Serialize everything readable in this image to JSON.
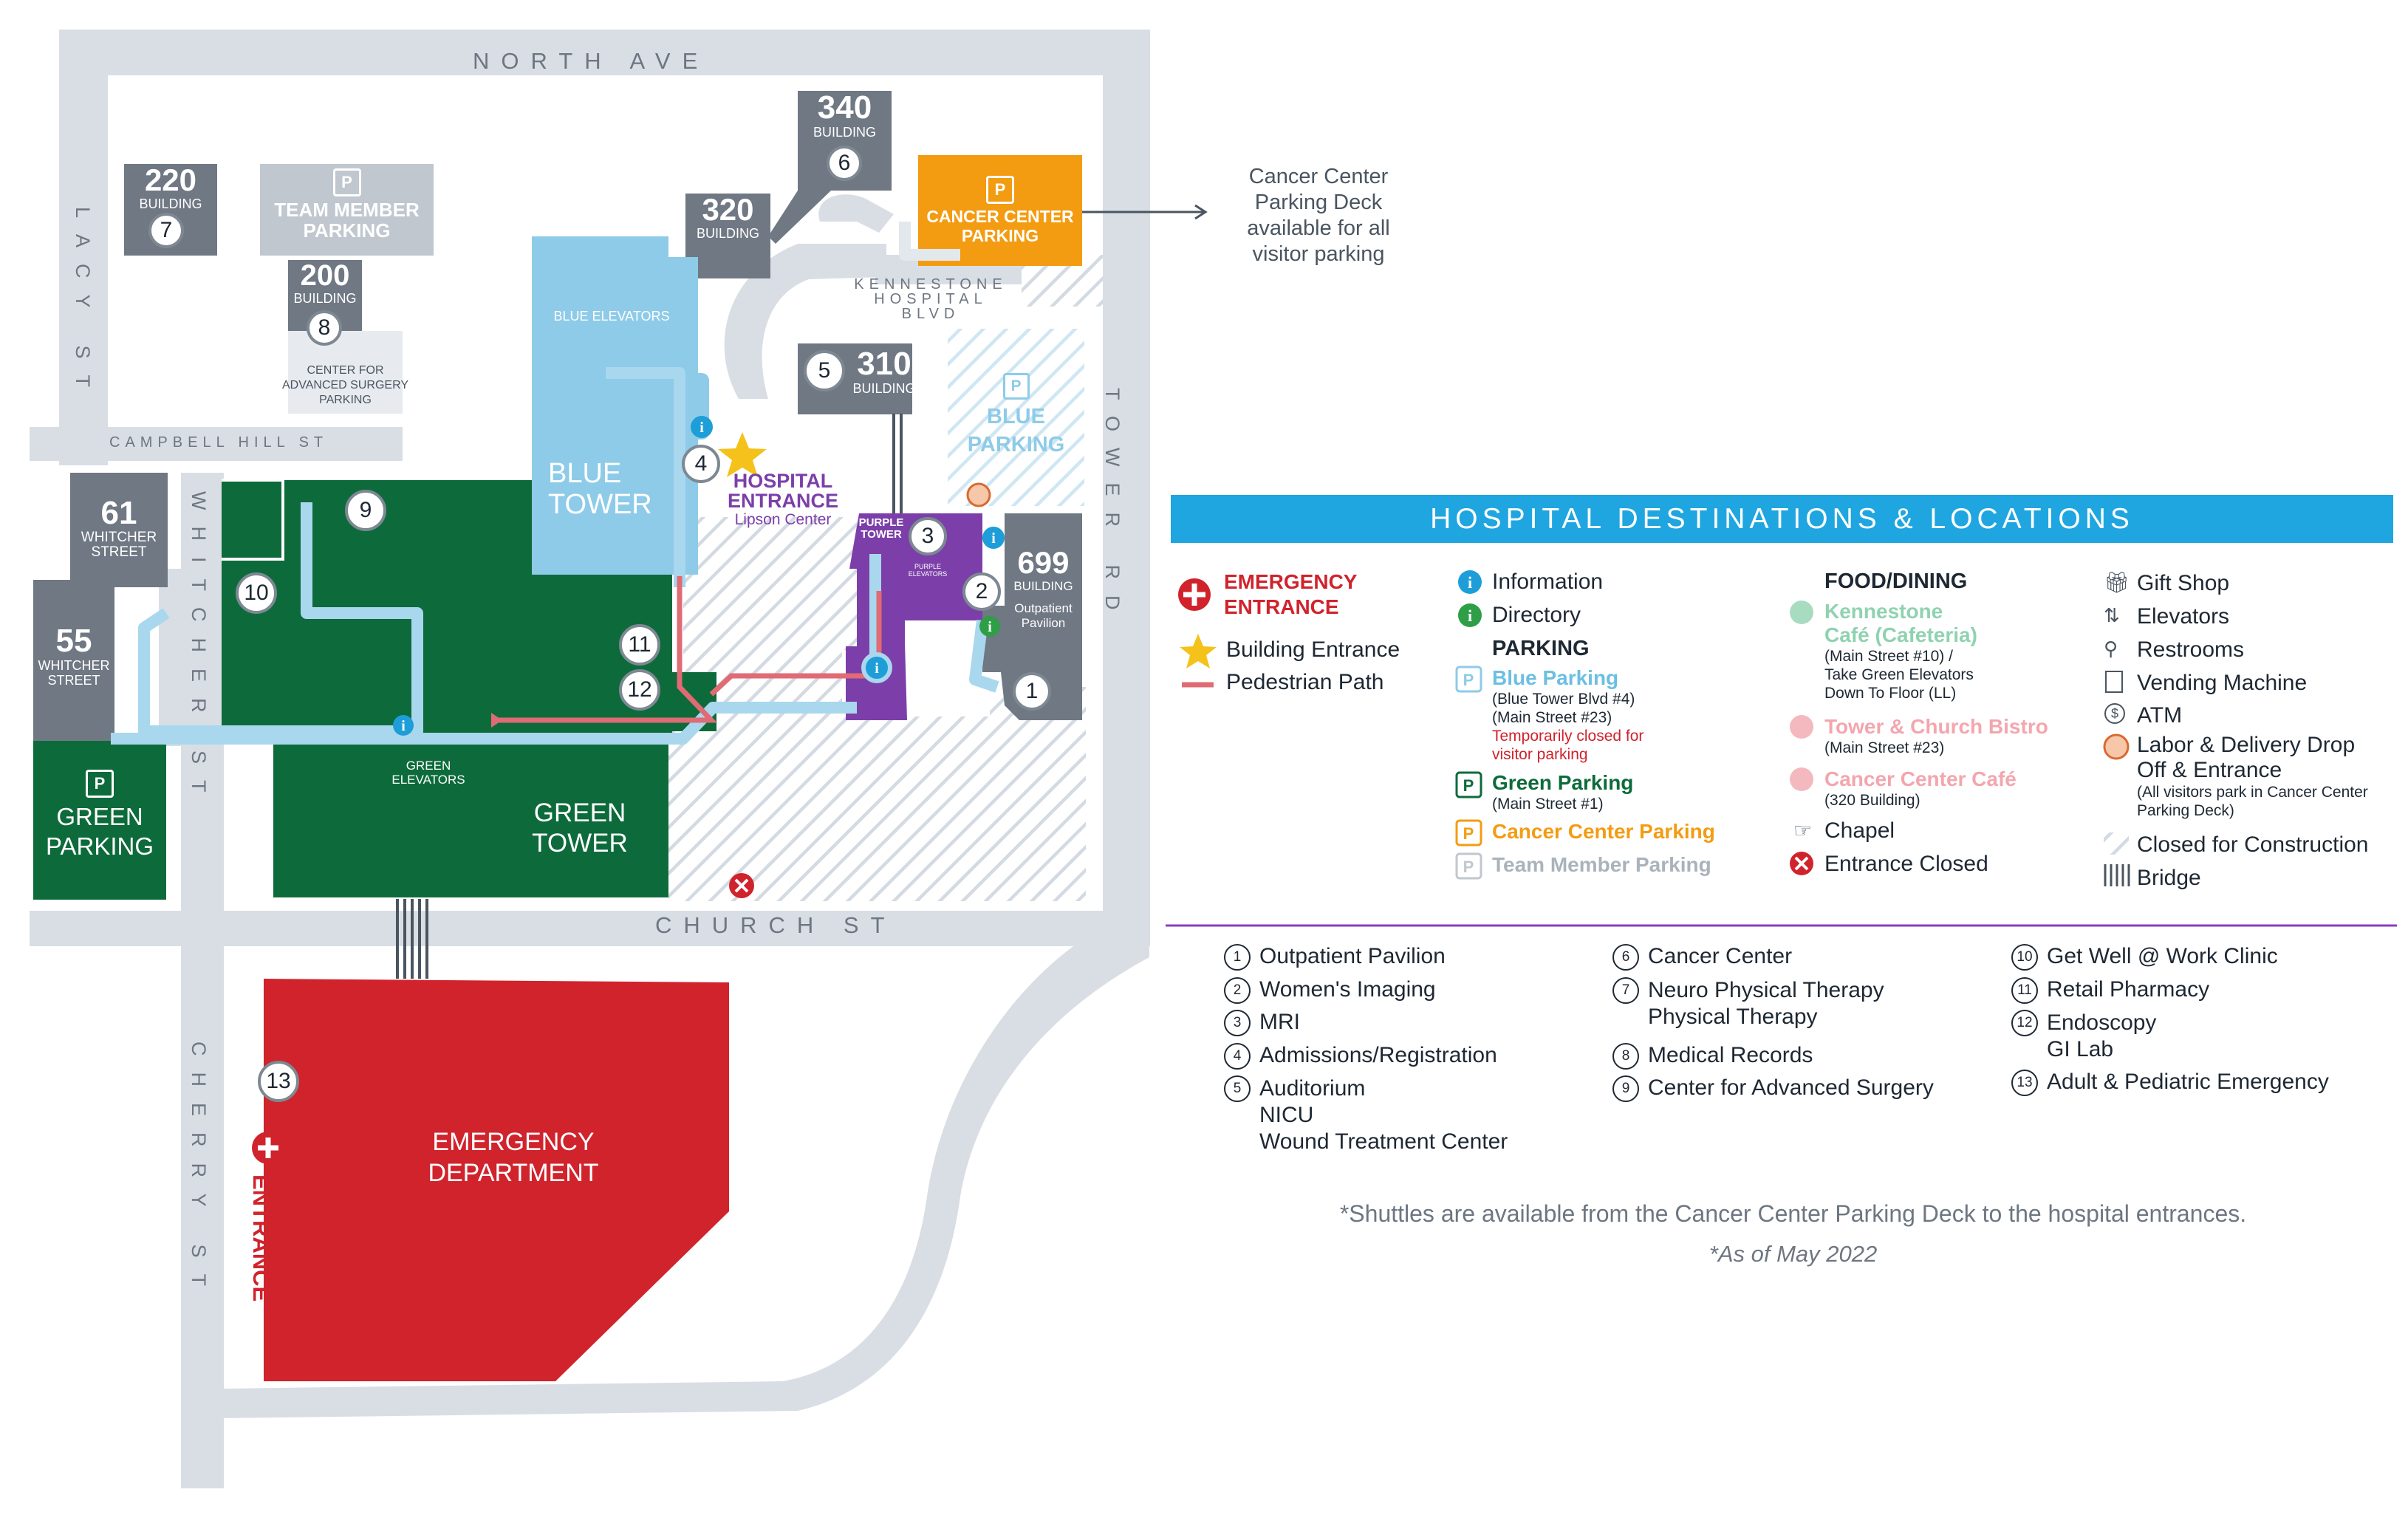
{
  "colors": {
    "road": "#d9dee5",
    "grey_building": "#6f7883",
    "light_grey_building": "#c0c7cf",
    "blue_tower": "#8ecbe8",
    "green_tower": "#0d6b3b",
    "purple_tower": "#7c3fa9",
    "emergency": "#d0232c",
    "cancer_orange": "#f39c12",
    "banner_blue": "#1fa6e0",
    "path_red": "#e06b74"
  },
  "streets": {
    "north": "NORTH AVE",
    "lacy": "LACY ST",
    "campbell": "CAMPBELL HILL ST",
    "kennestone": "KENNESTONE HOSPITAL BLVD",
    "tower": "TOWER RD",
    "whitcher": "WHITCHER ST",
    "church": "CHURCH ST",
    "cherry": "CHERRY ST"
  },
  "buildings": {
    "b220": {
      "num": "220",
      "label": "BUILDING",
      "id": "7"
    },
    "team_member": {
      "label": "TEAM MEMBER PARKING"
    },
    "b200": {
      "num": "200",
      "label": "BUILDING",
      "id": "8"
    },
    "b200_sub": "CENTER FOR ADVANCED SURGERY PARKING",
    "b340": {
      "num": "340",
      "label": "BUILDING",
      "id": "6"
    },
    "b320": {
      "num": "320",
      "label": "BUILDING"
    },
    "cancer_parking": {
      "label": "CANCER CENTER PARKING"
    },
    "b310": {
      "num": "310",
      "label": "BUILDING",
      "id": "5"
    },
    "blue_parking": {
      "label": "BLUE PARKING"
    },
    "blue_tower": {
      "label": "BLUE TOWER",
      "elevators": "BLUE ELEVATORS",
      "id": "4"
    },
    "b61": {
      "num": "61",
      "label": "WHITCHER STREET"
    },
    "b55": {
      "num": "55",
      "label": "WHITCHER STREET"
    },
    "green_parking": {
      "label": "GREEN PARKING"
    },
    "green_tower": {
      "label": "GREEN TOWER",
      "elevators": "GREEN ELEVATORS"
    },
    "purple_tower": {
      "label": "PURPLE TOWER",
      "elevators": "PURPLE ELEVATORS",
      "id": "3"
    },
    "b699": {
      "num": "699",
      "label": "BUILDING",
      "sub": "Outpatient Pavilion",
      "id": "1",
      "id2": "2"
    },
    "emergency_dept": {
      "label": "EMERGENCY DEPARTMENT",
      "id": "13"
    },
    "hospital_entrance": {
      "title": "HOSPITAL ENTRANCE",
      "sub": "Lipson Center"
    },
    "emergency_entrance_map": "EMERGENCY ENTRANCE",
    "gt_ids": [
      "9",
      "10",
      "11",
      "12"
    ]
  },
  "callout": {
    "text": "Cancer Center Parking Deck available for all visitor parking"
  },
  "legend": {
    "title": "HOSPITAL DESTINATIONS & LOCATIONS",
    "emergency": "EMERGENCY ENTRANCE",
    "building_entrance": "Building Entrance",
    "pedestrian_path": "Pedestrian Path",
    "information": "Information",
    "directory": "Directory",
    "parking_head": "PARKING",
    "blue_parking": "Blue Parking",
    "blue_parking_sub1": "(Blue Tower Blvd #4)",
    "blue_parking_sub2": "(Main Street #23)",
    "blue_parking_note": "Temporarily closed for visitor parking",
    "green_parking": "Green Parking",
    "green_parking_sub": "(Main Street #1)",
    "cancer_parking": "Cancer Center Parking",
    "team_parking": "Team Member Parking",
    "food_head": "FOOD/DINING",
    "cafe1": "Kennestone Café (Cafeteria)",
    "cafe1_sub": "(Main Street #10) / Take Green Elevators Down To Floor (LL)",
    "cafe2": "Tower & Church Bistro",
    "cafe2_sub": "(Main Street #23)",
    "cafe3": "Cancer Center Café",
    "cafe3_sub": "(320 Building)",
    "chapel": "Chapel",
    "entrance_closed": "Entrance Closed",
    "gift_shop": "Gift Shop",
    "elevators": "Elevators",
    "restrooms": "Restrooms",
    "vending": "Vending Machine",
    "atm": "ATM",
    "labor": "Labor & Delivery Drop Off & Entrance",
    "labor_sub": "(All visitors park in Cancer Center Parking Deck)",
    "construction": "Closed for Construction",
    "bridge": "Bridge"
  },
  "destinations": [
    {
      "n": "1",
      "label": "Outpatient Pavilion"
    },
    {
      "n": "2",
      "label": "Women's Imaging"
    },
    {
      "n": "3",
      "label": "MRI"
    },
    {
      "n": "4",
      "label": "Admissions/Registration"
    },
    {
      "n": "5",
      "label": "Auditorium\nNICU\nWound Treatment Center"
    },
    {
      "n": "6",
      "label": "Cancer Center"
    },
    {
      "n": "7",
      "label": "Neuro Physical Therapy\nPhysical Therapy"
    },
    {
      "n": "8",
      "label": "Medical Records"
    },
    {
      "n": "9",
      "label": "Center for Advanced Surgery"
    },
    {
      "n": "10",
      "label": "Get Well @ Work Clinic"
    },
    {
      "n": "11",
      "label": "Retail Pharmacy"
    },
    {
      "n": "12",
      "label": "Endoscopy\nGI Lab"
    },
    {
      "n": "13",
      "label": "Adult & Pediatric Emergency"
    }
  ],
  "footer": {
    "shuttle": "*Shuttles are available from the Cancer Center Parking Deck to the hospital entrances.",
    "asof": "*As of May 2022"
  }
}
